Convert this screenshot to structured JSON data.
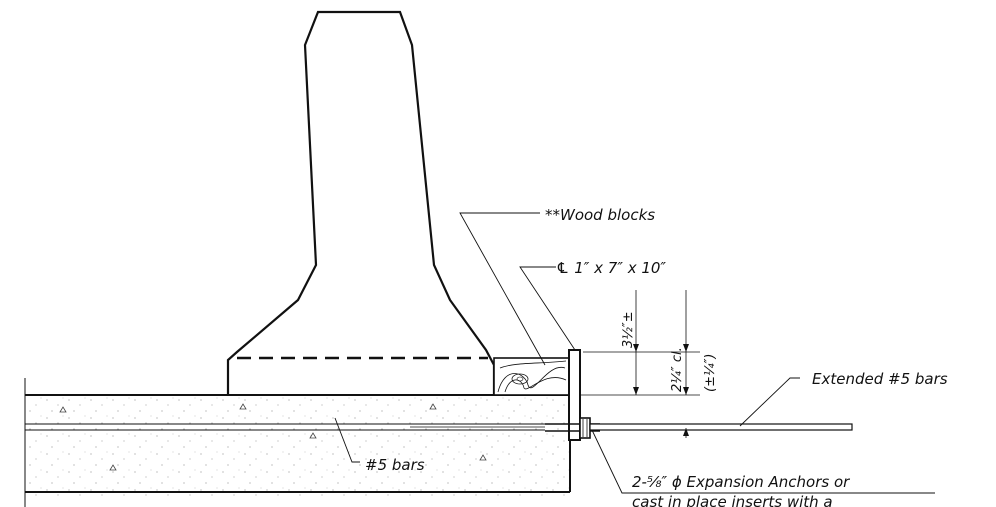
{
  "labels": {
    "wood_blocks": "**Wood blocks",
    "plate": "℄ 1″ x 7″ x 10″",
    "extended_bars": "Extended #5 bars",
    "bars": "#5 bars",
    "anchors_line1": "2-⁵⁄₈″ ϕ Expansion Anchors or",
    "anchors_line2": "cast in place inserts with a",
    "dim_height": "3½″±",
    "dim_plate_cl": "2¼″ cl.",
    "dim_plate_tol": "(±¼″)"
  },
  "colors": {
    "line": "#111111",
    "background": "#ffffff"
  }
}
